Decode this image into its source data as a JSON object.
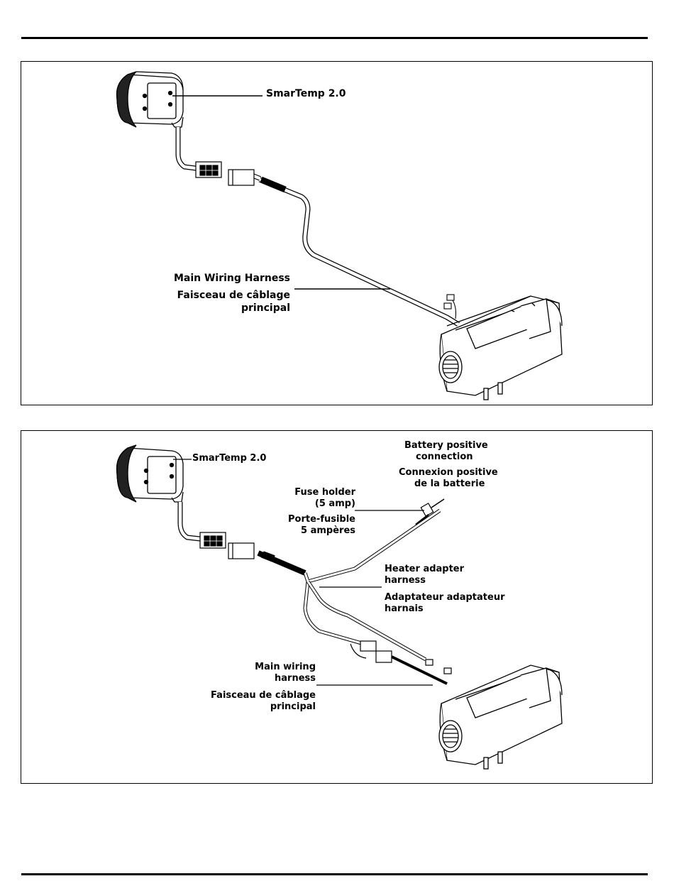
{
  "panel1": {
    "controller_label": "SmarTemp 2.0",
    "harness_label_en": "Main Wiring Harness",
    "harness_label_fr_1": "Faisceau de câblage",
    "harness_label_fr_2": "principal"
  },
  "panel2": {
    "controller_label": "SmarTemp 2.0",
    "battery_en_1": "Battery positive",
    "battery_en_2": "connection",
    "battery_fr_1": "Connexion positive",
    "battery_fr_2": "de la batterie",
    "fuse_en_1": "Fuse holder",
    "fuse_en_2": "(5 amp)",
    "fuse_fr_1": "Porte-fusible",
    "fuse_fr_2": "5 ampères",
    "adapter_en_1": "Heater adapter",
    "adapter_en_2": "harness",
    "adapter_fr_1": "Adaptateur adaptateur",
    "adapter_fr_2": "harnais",
    "main_en_1": "Main wiring",
    "main_en_2": "harness",
    "main_fr_1": "Faisceau de câblage",
    "main_fr_2": "principal"
  }
}
